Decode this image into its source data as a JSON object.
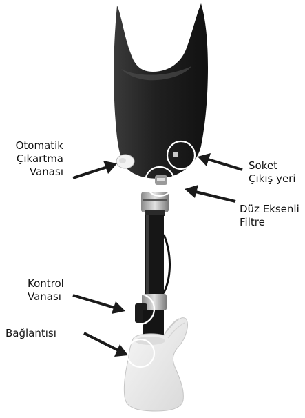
{
  "labels": {
    "otomatik_cikartma": {
      "line1": "Otomatik",
      "line2": "Çıkartma",
      "line3": "Vanası"
    },
    "soket_cikis": {
      "line1": "Soket",
      "line2": "Çıkış yeri"
    },
    "duz_eksenli": {
      "line1": "Düz Eksenli",
      "line2": "Filtre"
    },
    "kontrol": {
      "line1": "Kontrol",
      "line2": "Vanası"
    },
    "baglanti": {
      "line1": "Bağlantısı"
    }
  },
  "colors": {
    "socket": "#2a2a2a",
    "pylon": "#161616",
    "metal": "#b9b9b9",
    "foot": "#efefef",
    "arrow": "#1a1a1a",
    "circle": "#ffffff"
  }
}
